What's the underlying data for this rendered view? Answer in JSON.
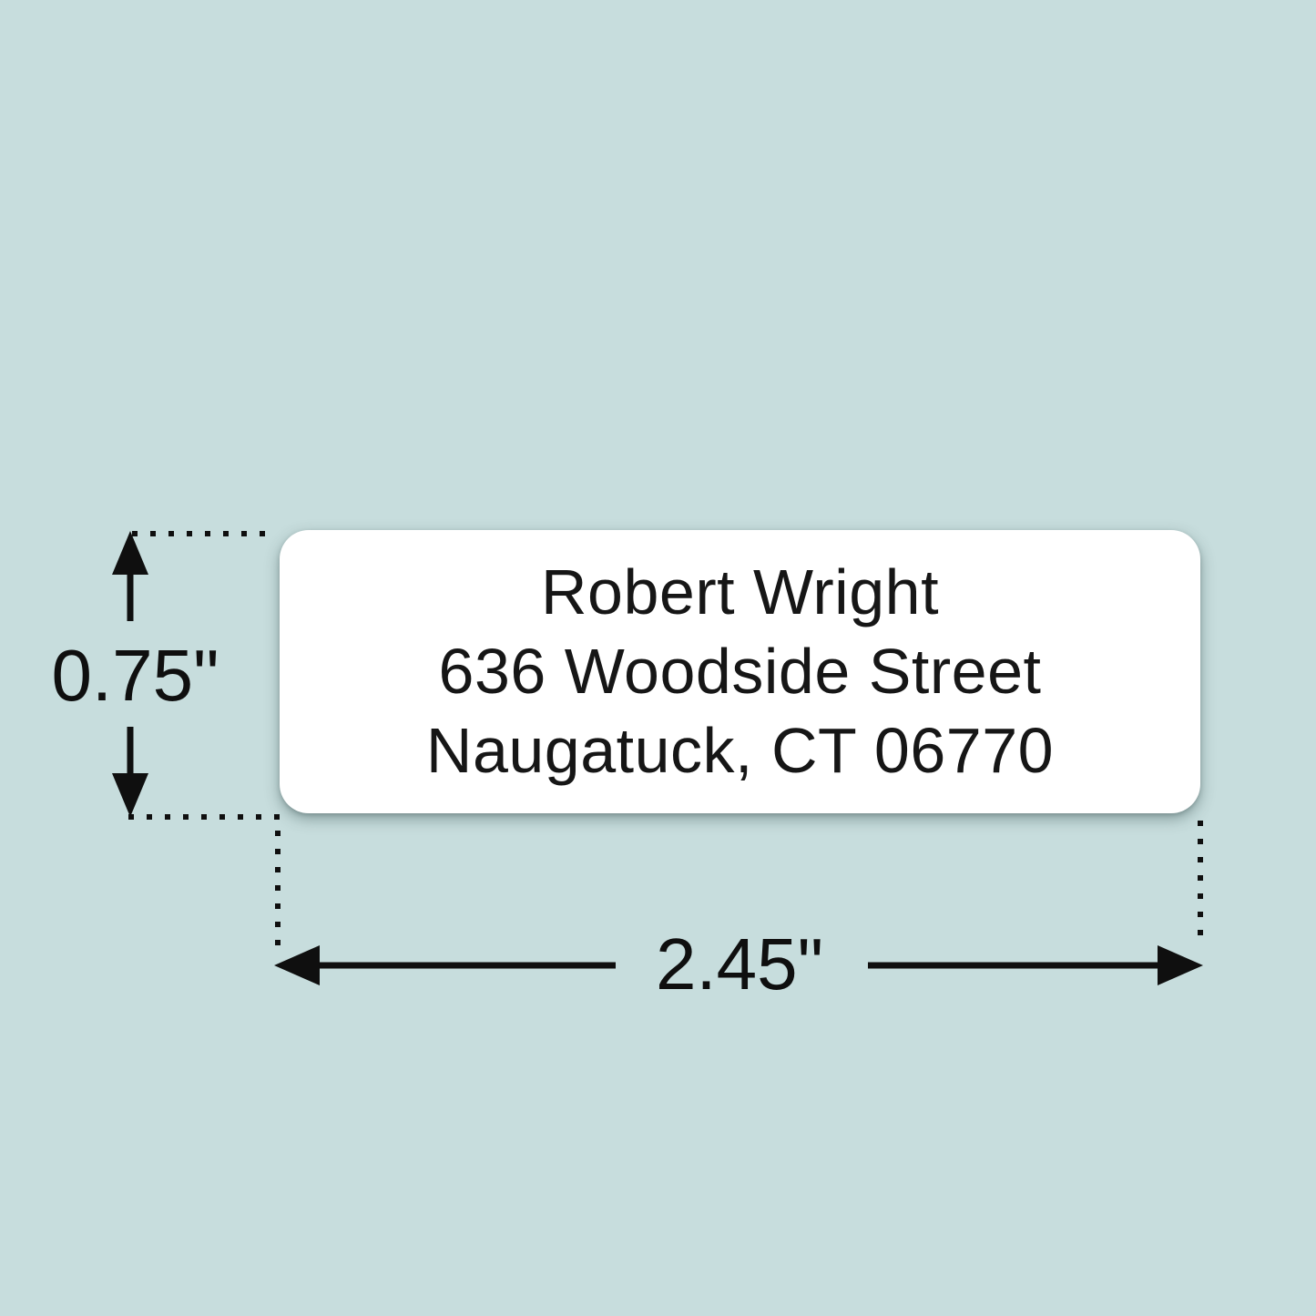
{
  "label": {
    "lines": [
      "Robert Wright",
      "636 Woodside Street",
      "Naugatuck, CT 06770"
    ]
  },
  "dimensions": {
    "height": "0.75\"",
    "width": "2.45\""
  },
  "colors": {
    "background": "#c7dddd",
    "label_background": "#ffffff",
    "text": "#161616",
    "annotation": "#0f0f0f"
  }
}
